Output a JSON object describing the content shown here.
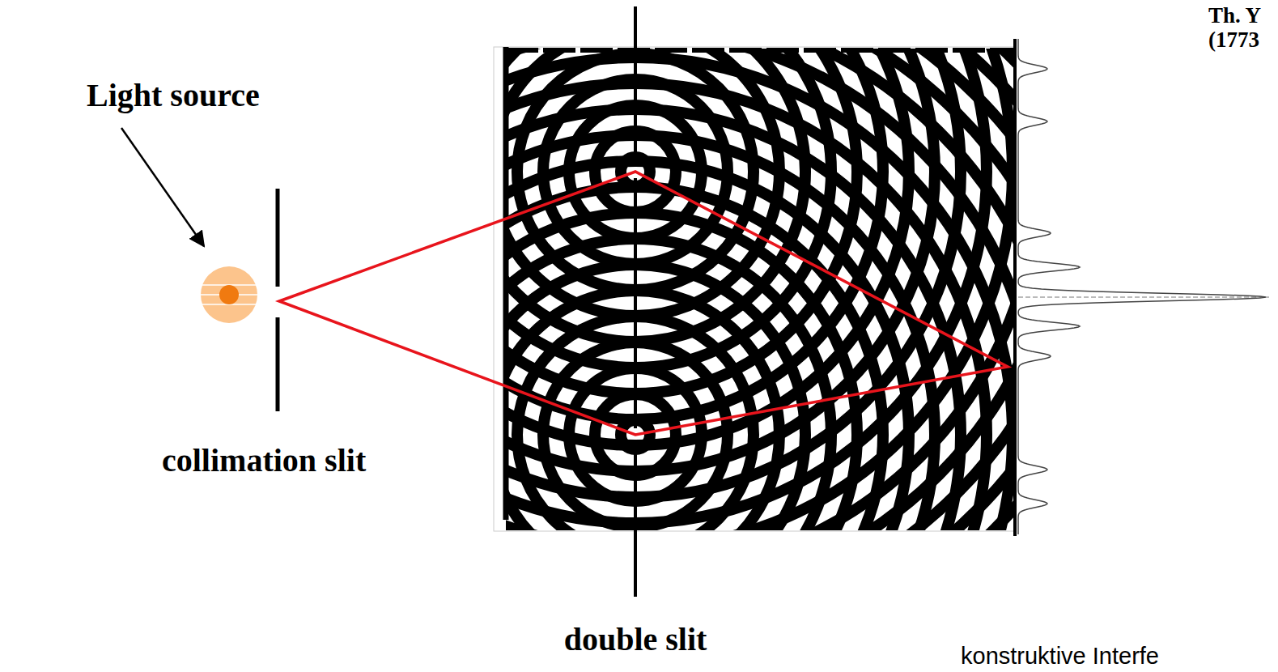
{
  "diagram": {
    "labels": [
      "Light source",
      "collimation slit",
      "double slit",
      "Th. Y",
      "(1773",
      "konstruktive Interfe"
    ]
  }
}
